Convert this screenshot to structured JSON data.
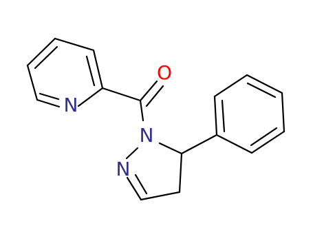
{
  "molecule": {
    "atoms": [
      {
        "id": "N_pyr",
        "symbol": "N",
        "color": "#2f2f8f"
      },
      {
        "id": "N1",
        "symbol": "N",
        "color": "#2f2f8f"
      },
      {
        "id": "N2",
        "symbol": "N",
        "color": "#2f2f8f"
      },
      {
        "id": "O",
        "symbol": "O",
        "color": "#ff0000"
      }
    ],
    "bond_color": "#000000"
  }
}
